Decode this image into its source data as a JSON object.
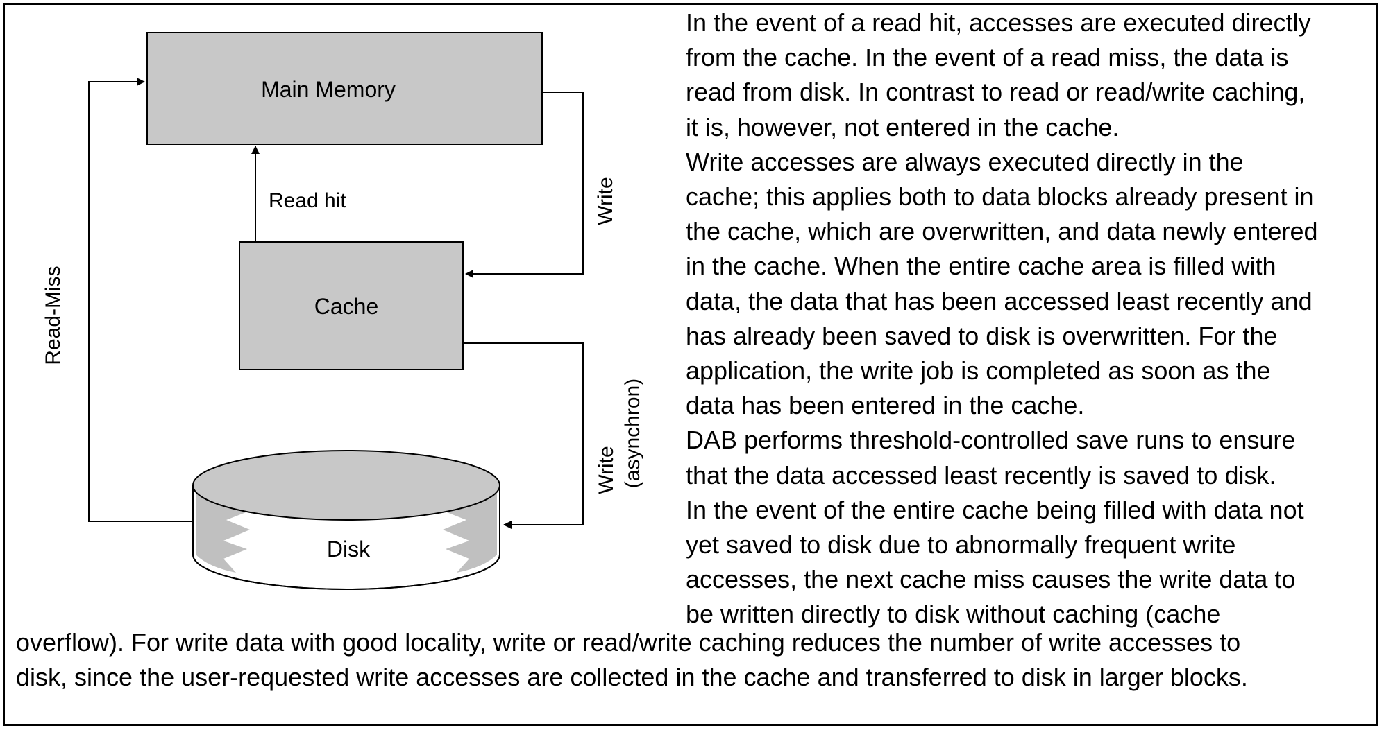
{
  "diagram": {
    "main_memory_label": "Main Memory",
    "cache_label": "Cache",
    "disk_label": "Disk",
    "read_hit_label": "Read hit",
    "read_miss_label": "Read-Miss",
    "write_label": "Write",
    "write_async_line1": "Write",
    "write_async_line2": "(asynchron)"
  },
  "text": {
    "right_lines": [
      "In the event of a read hit, accesses are executed directly",
      "from the cache. In the event of a read miss, the data is",
      "read from disk. In contrast to read or read/write caching,",
      "it is, however, not entered in the cache.",
      "Write accesses are always executed directly in the",
      "cache; this applies both to data blocks already present in",
      "the cache, which are overwritten, and data newly entered",
      "in the cache. When the entire cache area is filled with",
      "data, the data that has been accessed least recently and",
      "has already been saved to disk is overwritten. For the",
      "application, the write job is completed as soon as the",
      "data has been entered in the cache.",
      "DAB performs threshold-controlled save runs to ensure",
      "that the data accessed least recently is saved to disk.",
      "In the event of the entire cache being filled with data not",
      "yet saved to disk due to abnormally frequent write",
      "accesses, the next cache miss causes the write data to",
      "be written directly to disk without caching (cache"
    ],
    "bottom_lines": [
      "overflow). For write data with good locality, write or read/write caching reduces the number of write accesses to",
      "disk, since the user-requested write accesses are collected in the cache and transferred to disk in larger blocks."
    ]
  },
  "colors": {
    "box_fill": "#c8c8c8",
    "line": "#000000",
    "background": "#ffffff"
  }
}
